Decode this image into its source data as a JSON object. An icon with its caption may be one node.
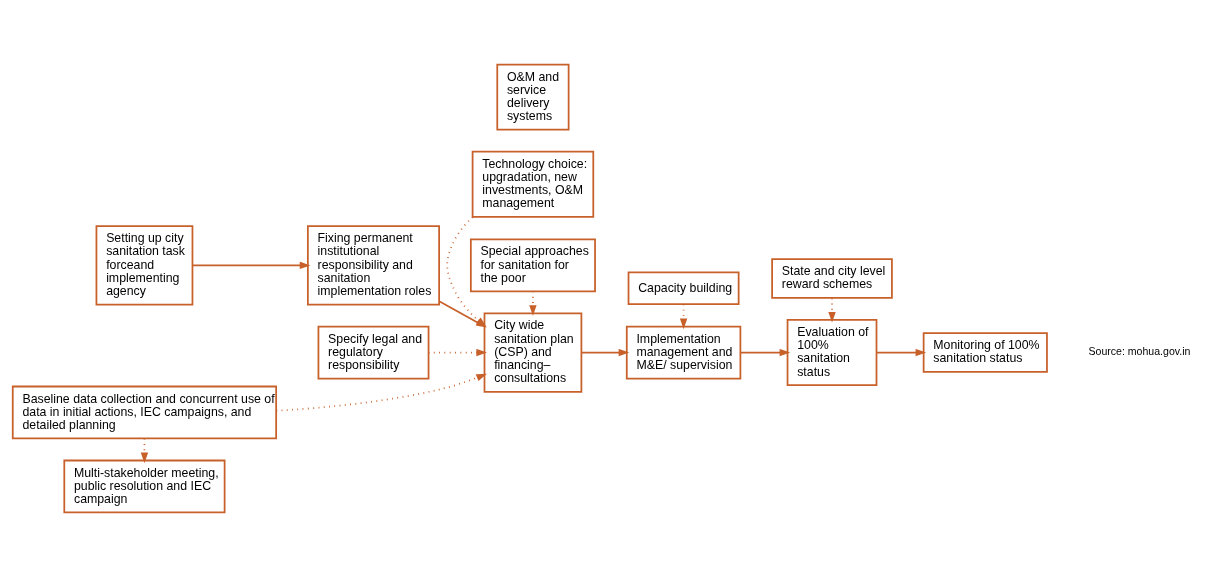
{
  "diagram": {
    "nodes": [
      {
        "text": [
          "Setting up city sanitation task forceand implementing agency"
        ]
      },
      {
        "text": [
          "Fixing permanent institutional responsibility and sanitation implementation roles"
        ]
      },
      {
        "text": [
          "Specify legal and regulatory responsibility"
        ]
      },
      {
        "text": [
          "Technology choice: upgradation, new investments, O&M management"
        ]
      },
      {
        "text": [
          "O&M and service delivery systems"
        ]
      },
      {
        "text": [
          "City wide sanitation plan (CSP) and financing– consultations"
        ]
      },
      {
        "text": [
          "Implementation management and M&E/ supervision"
        ]
      },
      {
        "text": [
          "State and city level reward schemes"
        ]
      },
      {
        "text": [
          "Evaluation of 100% sanitation status"
        ]
      },
      {
        "text": [
          "Monitoring of 100% sanitation status"
        ]
      },
      {
        "text": [
          "Multi-stakeholder meeting, public resolution and IEC campaign"
        ]
      },
      {
        "text": [
          "Special approaches for sanitation for the poor"
        ]
      },
      {
        "text": [
          "Capacity building"
        ]
      },
      {
        "text": [
          "Baseline data collection and concurrent use of data in initial actions, IEC campaigns, and detailed planning"
        ]
      }
    ],
    "edges": [
      {
        "from": 0,
        "to": 1,
        "arrow": "to"
      },
      {
        "from": 1,
        "to": 5,
        "arrow": "to"
      },
      {
        "from": 2,
        "to": 5,
        "arrow": "to",
        "style": "dashed"
      },
      {
        "from": 3,
        "to": 5,
        "arrow": "to",
        "style": "dashed"
      },
      {
        "from": 5,
        "to": 6,
        "arrow": "to"
      },
      {
        "from": 6,
        "to": 8,
        "arrow": "to"
      },
      {
        "from": 7,
        "to": 8,
        "arrow": "to",
        "style": "dashed"
      },
      {
        "from": 8,
        "to": 9,
        "arrow": "to"
      },
      {
        "from": 13,
        "to": 10,
        "arrow": "to",
        "style": "dashed"
      },
      {
        "from": 13,
        "to": 5,
        "arrow": "to",
        "style": "dashed"
      },
      {
        "from": 11,
        "to": 5,
        "arrow": "to",
        "style": "dashed"
      },
      {
        "from": 12,
        "to": 6,
        "arrow": "to",
        "style": "dashed"
      }
    ],
    "labels": [
      "Source: mohua.gov.in"
    ]
  }
}
